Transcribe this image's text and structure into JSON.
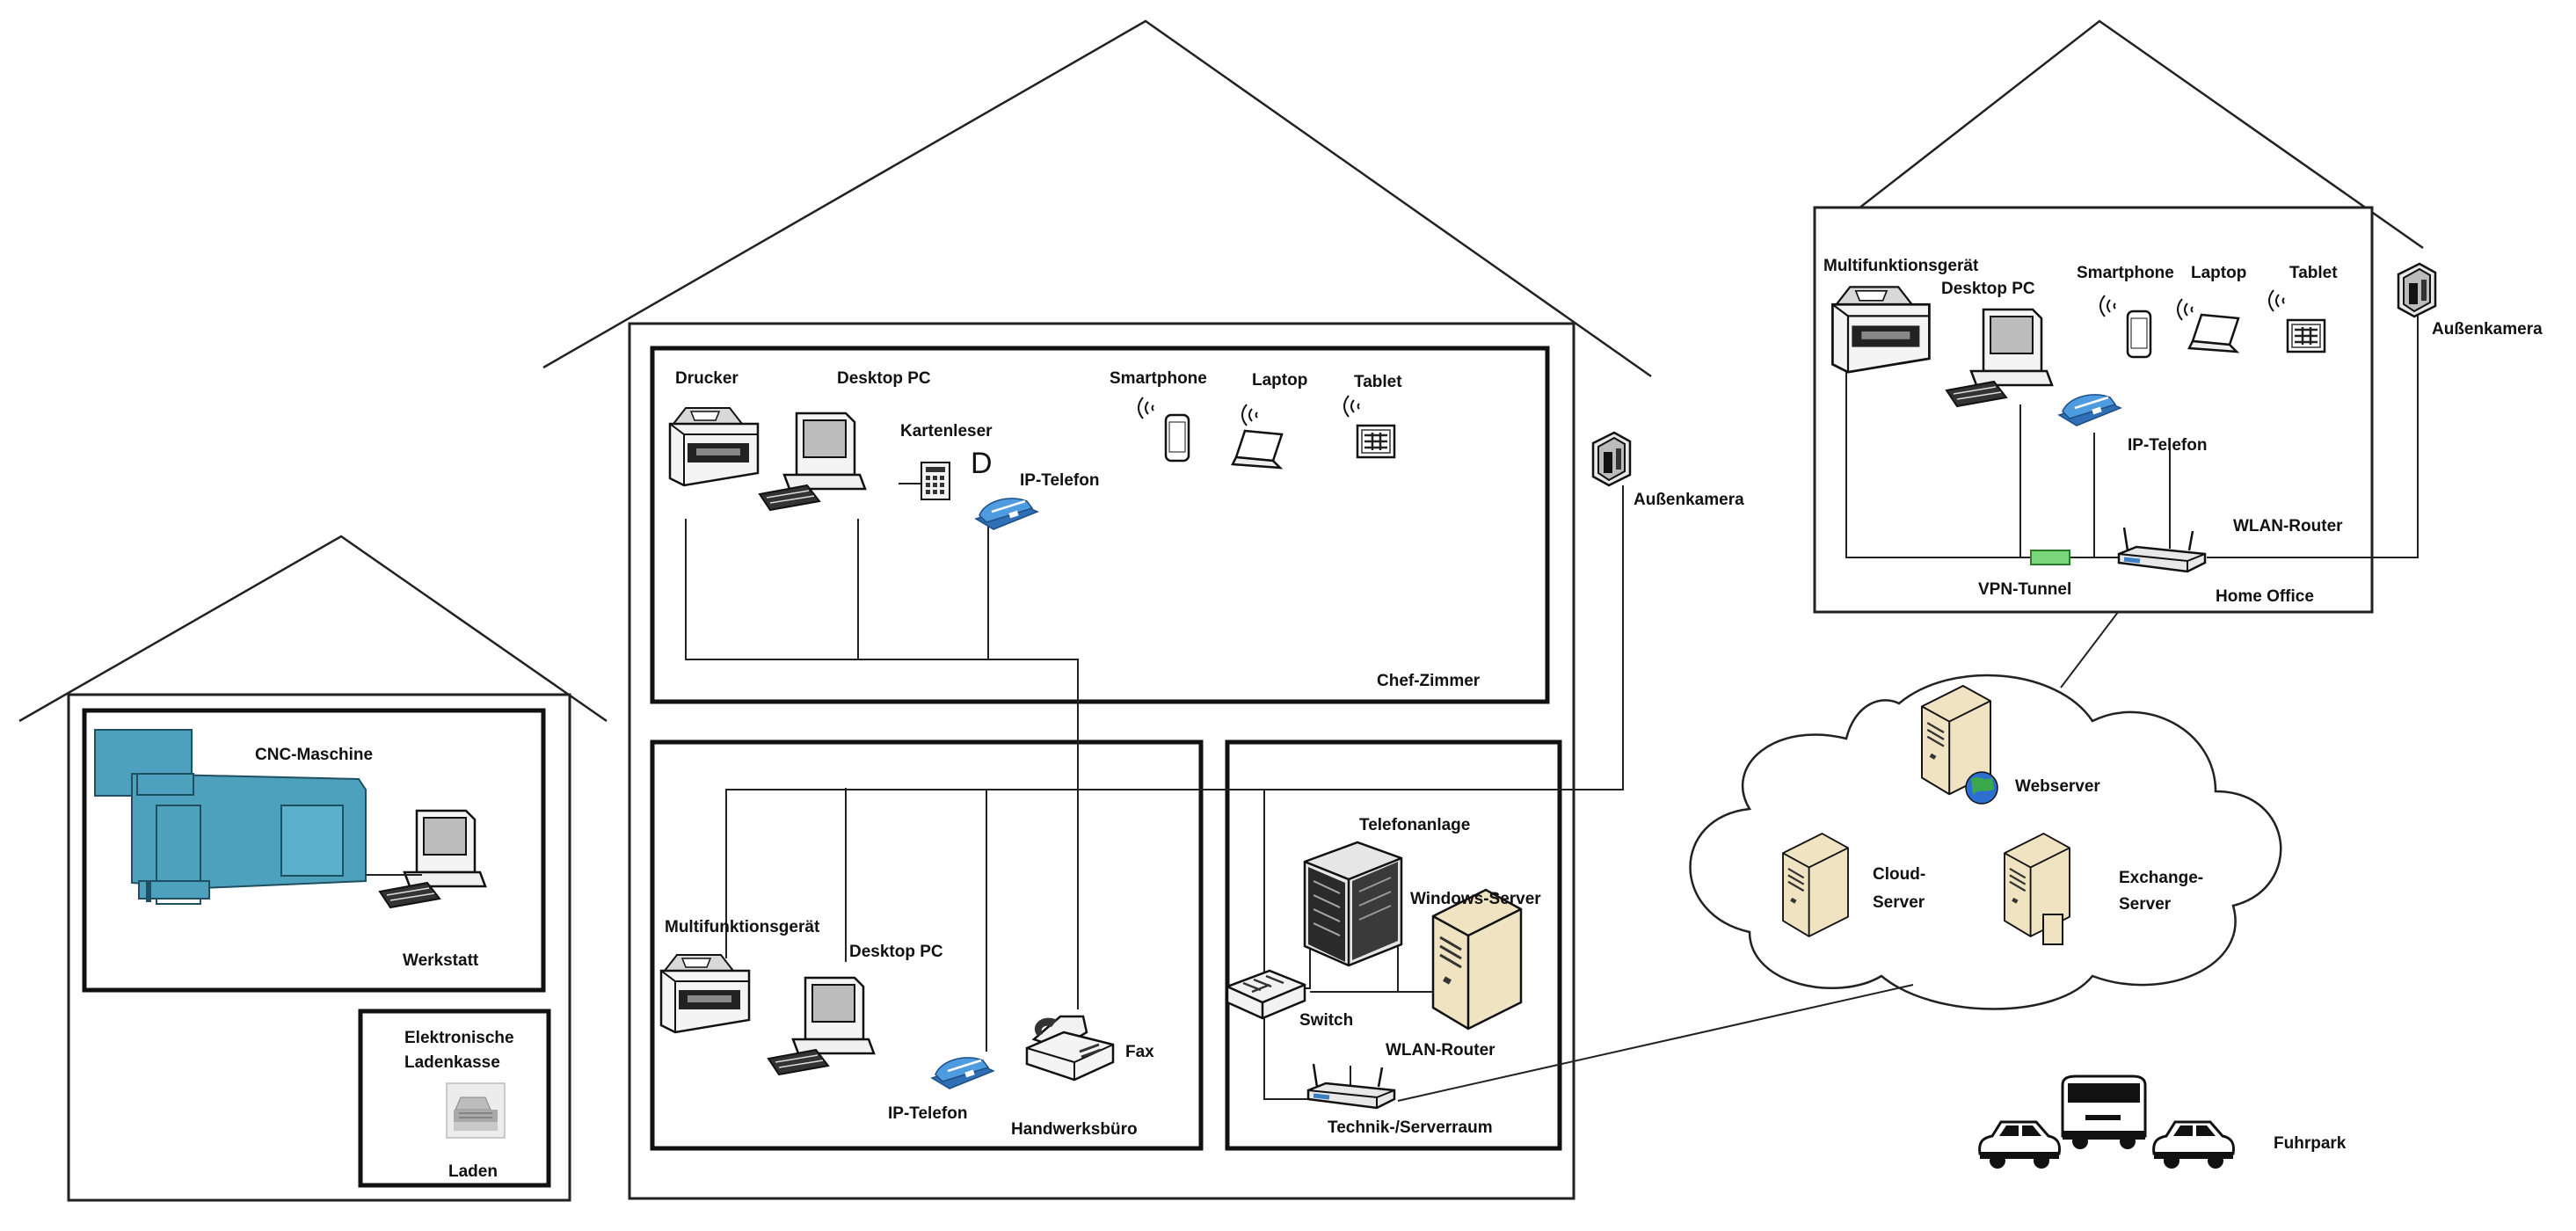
{
  "labels": {
    "cnc_maschine": "CNC-Maschine",
    "werkstatt": "Werkstatt",
    "elektronische_1": "Elektronische",
    "ladenkasse": "Ladenkasse",
    "laden": "Laden",
    "drucker": "Drucker",
    "desktop_pc_chef": "Desktop PC",
    "kartenleser": "Kartenleser",
    "ip_telefon_chef": "IP-Telefon",
    "smartphone_chef": "Smartphone",
    "laptop_chef": "Laptop",
    "tablet_chef": "Tablet",
    "chef_zimmer": "Chef-Zimmer",
    "aussenkamera_main": "Außenkamera",
    "multifunktion_hw": "Multifunktionsgerät",
    "desktop_pc_hw": "Desktop PC",
    "ip_telefon_hw": "IP-Telefon",
    "fax": "Fax",
    "handwerksbuero": "Handwerksbüro",
    "telefonanlage": "Telefonanlage",
    "windows_server": "Windows-Server",
    "switch": "Switch",
    "wlan_router_main": "WLAN-Router",
    "technik": "Technik-/Serverraum",
    "webserver": "Webserver",
    "cloud_server_1": "Cloud-",
    "cloud_server_2": "Server",
    "exchange_1": "Exchange-",
    "exchange_2": "Server",
    "fuhrpark": "Fuhrpark",
    "multifunktion_ho": "Multifunktionsgerät",
    "desktop_pc_ho": "Desktop PC",
    "smartphone_ho": "Smartphone",
    "laptop_ho": "Laptop",
    "tablet_ho": "Tablet",
    "aussenkamera_ho": "Außenkamera",
    "ip_telefon_ho": "IP-Telefon",
    "wlan_router_ho": "WLAN-Router",
    "vpn_tunnel": "VPN-Tunnel",
    "home_office": "Home Office",
    "card_reader_glyph": "D"
  },
  "colors": {
    "cnc_fill": "#4ea1bd",
    "phone_blue": "#3b7fc4",
    "server_beige": "#efe3c2",
    "globe_blue": "#2c6fd1",
    "globe_green": "#3aa84a",
    "vpn_green": "#7ad67a",
    "line": "#222222"
  },
  "icons": [
    "printer-icon",
    "desktop-pc-icon",
    "card-reader-icon",
    "ip-phone-icon",
    "smartphone-icon",
    "laptop-icon",
    "tablet-icon",
    "camera-icon",
    "fax-icon",
    "switch-icon",
    "router-icon",
    "server-icon",
    "pbx-icon",
    "car-icon",
    "van-icon",
    "cash-register-icon",
    "cnc-machine-icon",
    "vpn-tunnel-icon",
    "wifi-icon"
  ]
}
